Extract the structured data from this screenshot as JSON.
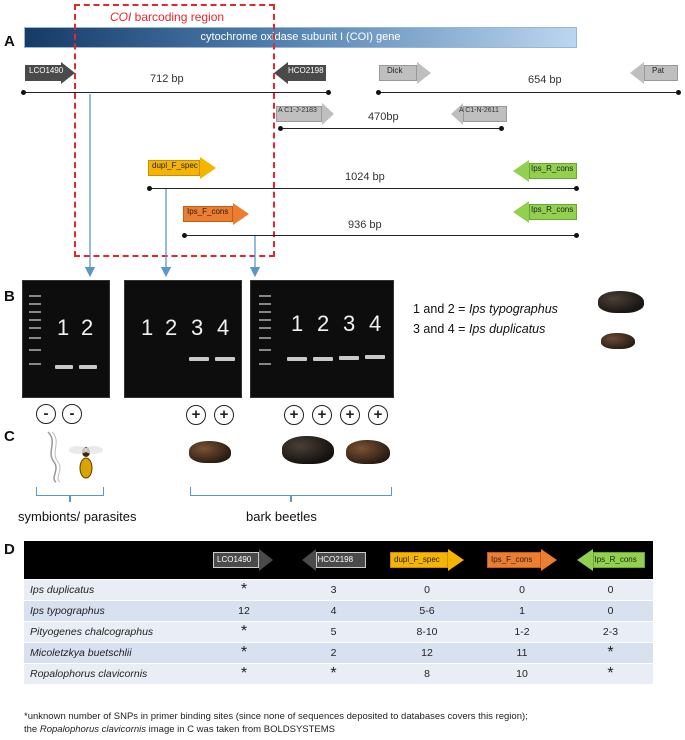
{
  "panels": {
    "a": "A",
    "b": "B",
    "c": "C",
    "d": "D"
  },
  "barcoding_region": {
    "prefix": "COI",
    "suffix": " barcoding region"
  },
  "gene_bar": "cytochrome oxidase subunit I (COI) gene",
  "primers": {
    "lco1490": "LCO1490",
    "hco2198": "HCO2198",
    "dick": "Dick",
    "pat": "Pat",
    "ac1j2183": "A C1-J-2183",
    "ac1n2611": "A C1-N-2611",
    "dupl_f_spec": "dupl_F_spec",
    "ips_r_cons": "Ips_R_cons",
    "ips_f_cons": "Ips_F_cons"
  },
  "amplicons": {
    "lco_hco": "712 bp",
    "dick_pat": "654 bp",
    "ac1": "470bp",
    "dupl": "1024 bp",
    "ips": "936 bp"
  },
  "gels": {
    "gel1_lanes": [
      "1",
      "2"
    ],
    "gel2_lanes": [
      "1",
      "2",
      "3",
      "4"
    ],
    "gel3_lanes": [
      "1",
      "2",
      "3",
      "4"
    ]
  },
  "legend": {
    "line1_prefix": "1 and 2 = ",
    "line1_species": "Ips typographus",
    "line2_prefix": "3 and 4 = ",
    "line2_species": "Ips duplicatus"
  },
  "results": {
    "minus": "-",
    "plus": "+"
  },
  "groups": {
    "symbionts": "symbionts/ parasites",
    "bark_beetles": "bark beetles"
  },
  "table": {
    "headers": [
      "LCO1490",
      "HCO2198",
      "dupl_F_spec",
      "Ips_F_cons",
      "Ips_R_cons"
    ],
    "rows": [
      {
        "species": "Ips duplicatus",
        "values": [
          "*",
          "3",
          "0",
          "0",
          "0"
        ]
      },
      {
        "species": "Ips typographus",
        "values": [
          "12",
          "4",
          "5-6",
          "1",
          "0"
        ]
      },
      {
        "species": "Pityogenes chalcographus",
        "values": [
          "*",
          "5",
          "8-10",
          "1-2",
          "2-3"
        ]
      },
      {
        "species": "Micoletzkya buetschlii",
        "values": [
          "*",
          "2",
          "12",
          "11",
          "*"
        ]
      },
      {
        "species": "Ropalophorus clavicornis",
        "values": [
          "*",
          "*",
          "8",
          "10",
          "*"
        ]
      }
    ]
  },
  "footnote": {
    "line1": "*unknown number of SNPs in primer binding sites (since none of sequences deposited to databases covers this region);",
    "line2_prefix": "the ",
    "line2_species": "Ropalophorus clavicornis",
    "line2_suffix": " image in C was taken from BOLDSYSTEMS"
  },
  "colors": {
    "dark_primer": "#4a4a4a",
    "grey_primer": "#bfbfbf",
    "dupl_primer": "#f5b400",
    "ips_f_primer": "#ed7d31",
    "ips_r_primer": "#92d050",
    "barcode_red": "#e8242c",
    "table_row": "#d8e1ef"
  }
}
